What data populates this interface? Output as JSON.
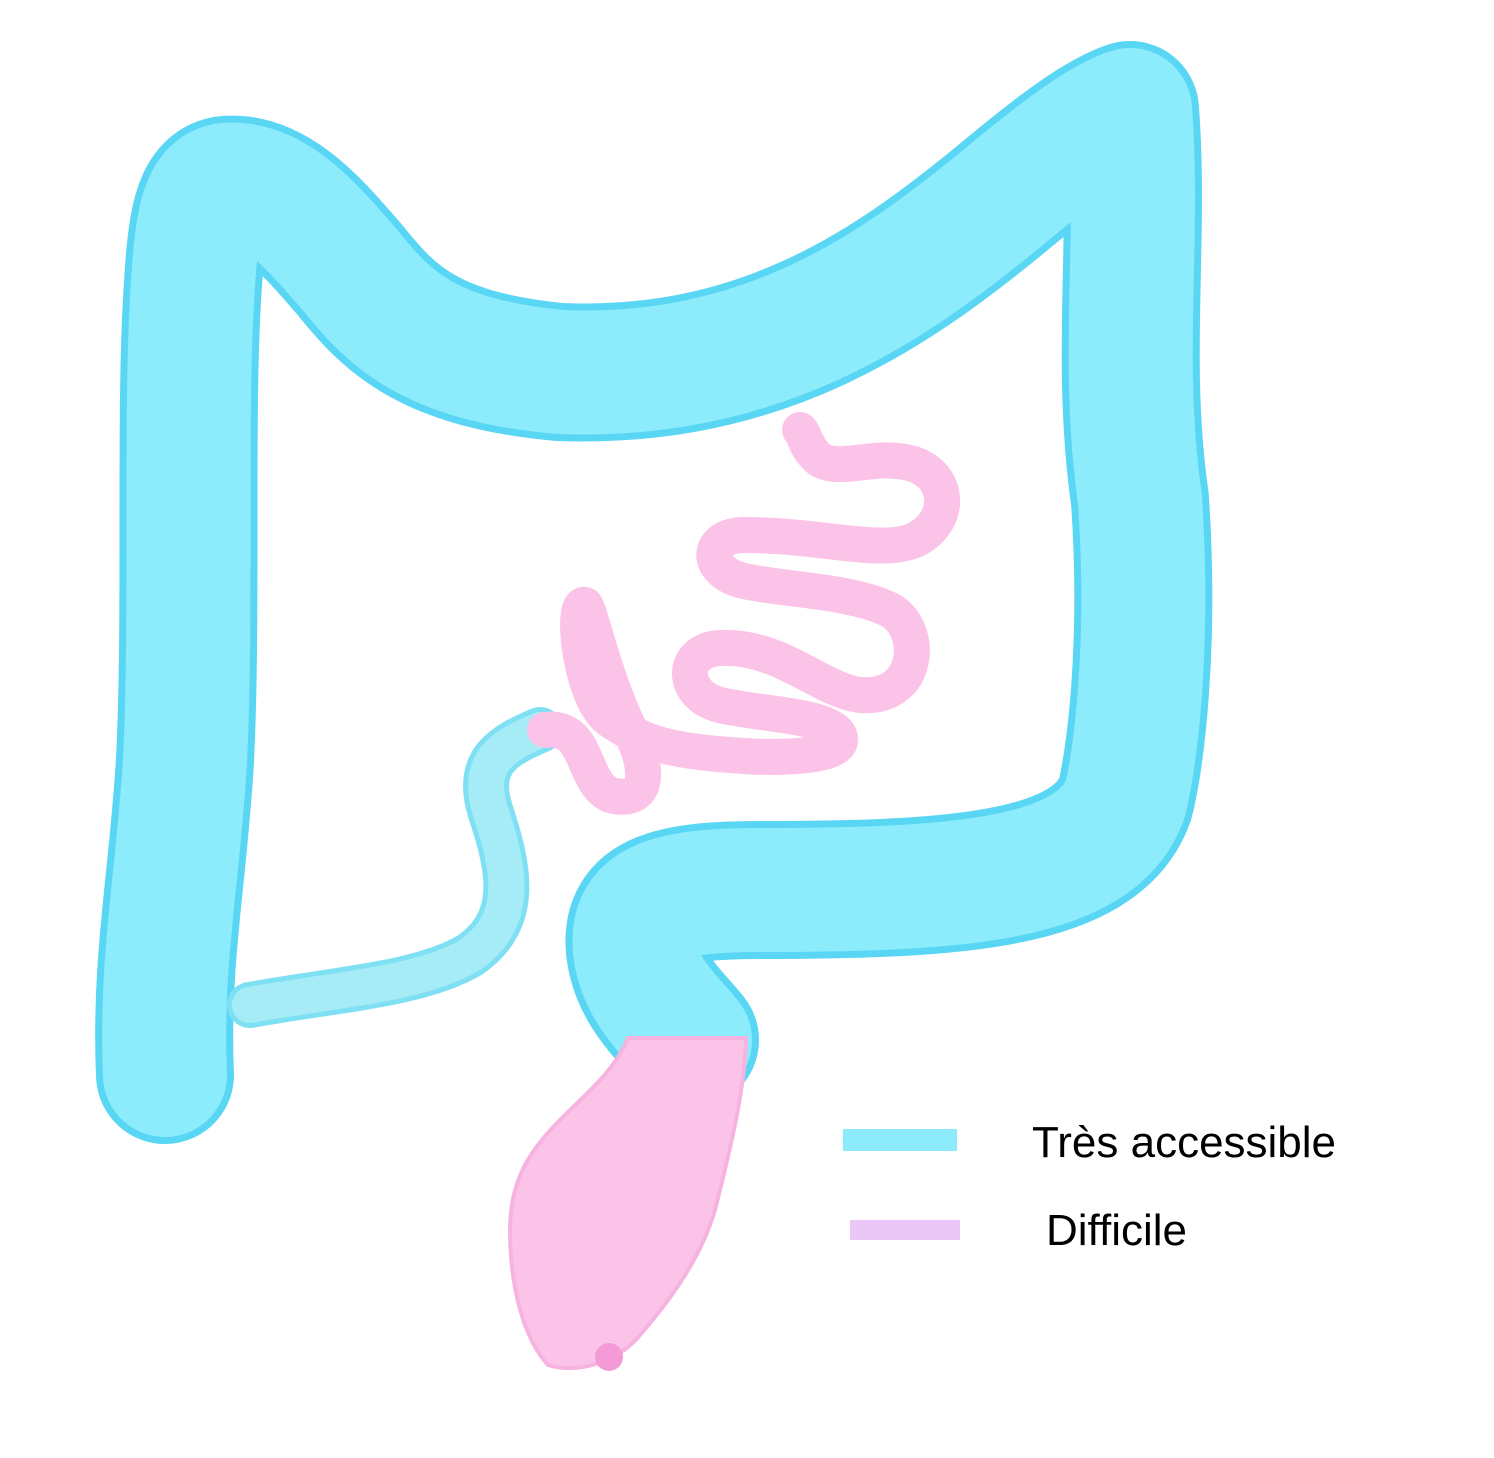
{
  "colors": {
    "accessible": "#8decfc",
    "accessible_outline": "#5ad6f5",
    "accessible_light": "#a6ecf6",
    "difficult": "#fcc3e8",
    "difficult_dark": "#f49ad6",
    "legend_difficult": "#ebc7f7"
  },
  "legend": [
    {
      "label": "Très accessible",
      "color_key": "accessible"
    },
    {
      "label": "Difficile",
      "color_key": "legend_difficult"
    }
  ]
}
